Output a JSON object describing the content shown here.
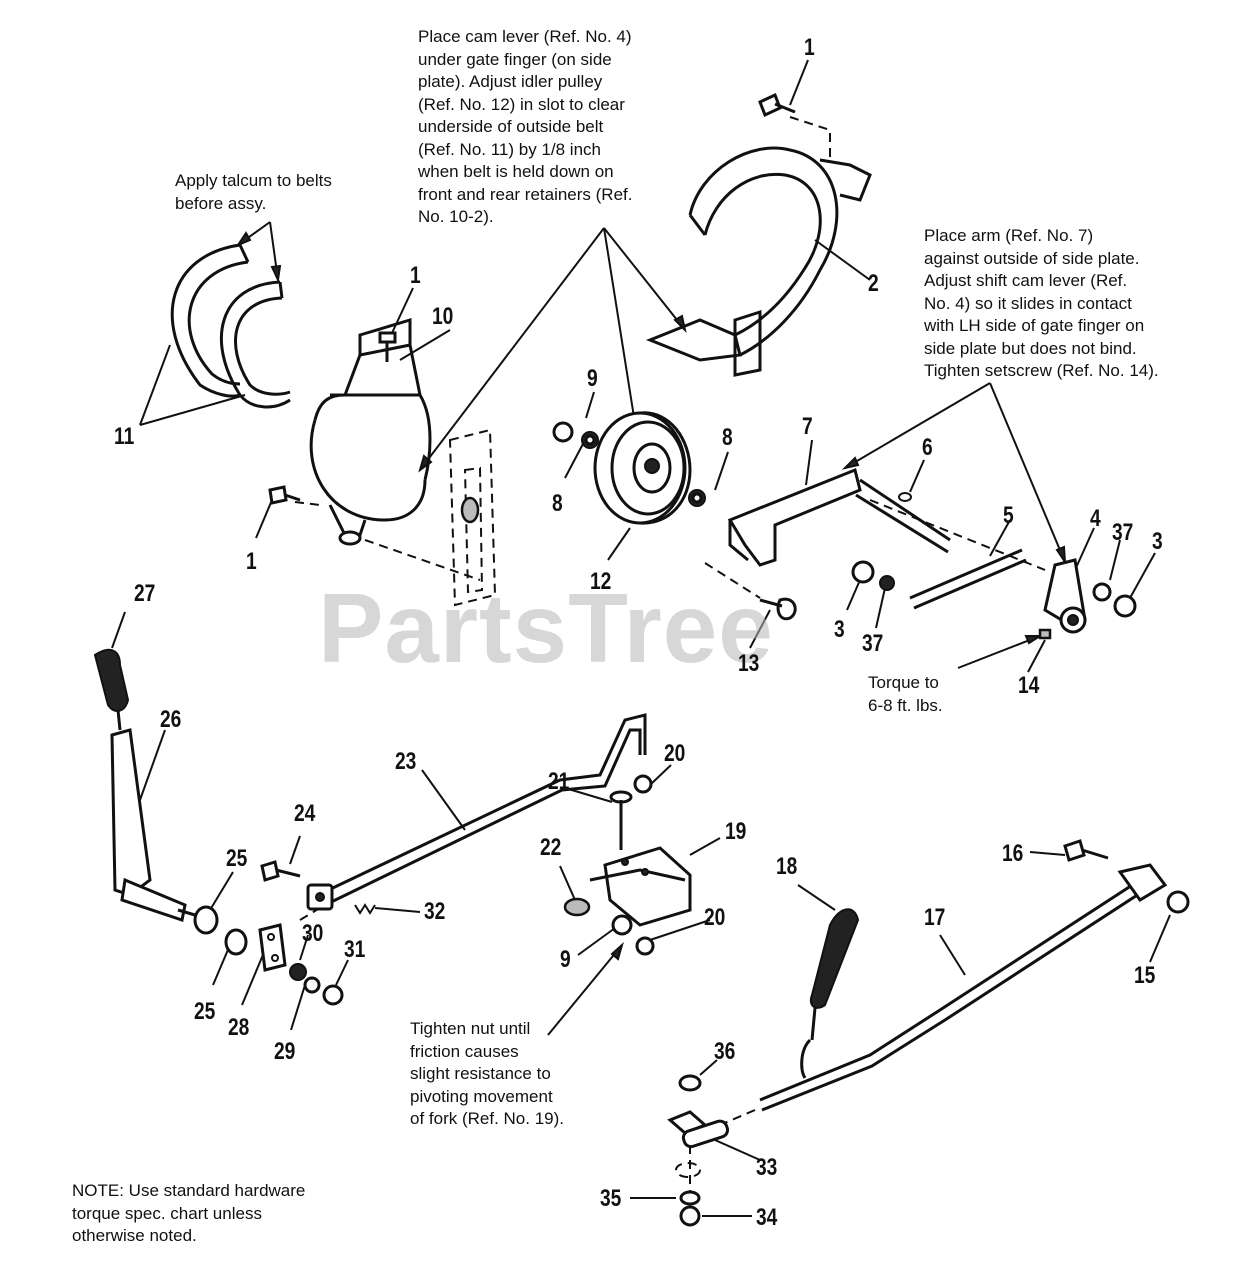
{
  "notes": {
    "cam_lever": "Place cam lever  (Ref. No. 4)\nunder gate finger (on side\nplate). Adjust idler pulley\n(Ref. No. 12) in slot to clear\nunderside of outside belt\n(Ref. No. 11) by 1/8 inch\nwhen belt is held down on\nfront and rear retainers (Ref.\nNo. 10-2).",
    "talcum": "Apply talcum to belts\nbefore assy.",
    "arm": "Place arm (Ref. No. 7)\nagainst outside of side plate.\nAdjust shift cam lever (Ref.\nNo. 4) so it slides in contact\nwith LH side of gate finger on\nside plate but does not bind.\nTighten setscrew (Ref. No. 14).",
    "torque": "Torque to\n6-8 ft. lbs.",
    "tighten_nut": "Tighten nut until\nfriction causes\nslight resistance to\npivoting movement\nof fork (Ref. No. 19).",
    "hardware": "NOTE: Use standard hardware\ntorque spec. chart unless\notherwise noted."
  },
  "watermark": "PartsTree",
  "callouts": {
    "c1a": "1",
    "c2": "2",
    "c1b": "1",
    "c10": "10",
    "c11": "11",
    "c1c": "1",
    "c9a": "9",
    "c8a": "8",
    "c8b": "8",
    "c12": "12",
    "c7": "7",
    "c6": "6",
    "c5": "5",
    "c4": "4",
    "c37a": "37",
    "c3a": "3",
    "c3b": "3",
    "c37b": "37",
    "c13": "13",
    "c14": "14",
    "c27": "27",
    "c26": "26",
    "c23": "23",
    "c20a": "20",
    "c21": "21",
    "c19": "19",
    "c22": "22",
    "c24": "24",
    "c25a": "25",
    "c32": "32",
    "c30": "30",
    "c31": "31",
    "c25b": "25",
    "c28": "28",
    "c29": "29",
    "c9b": "9",
    "c20b": "20",
    "c16": "16",
    "c18": "18",
    "c17": "17",
    "c15": "15",
    "c36": "36",
    "c33": "33",
    "c35": "35",
    "c34": "34"
  }
}
